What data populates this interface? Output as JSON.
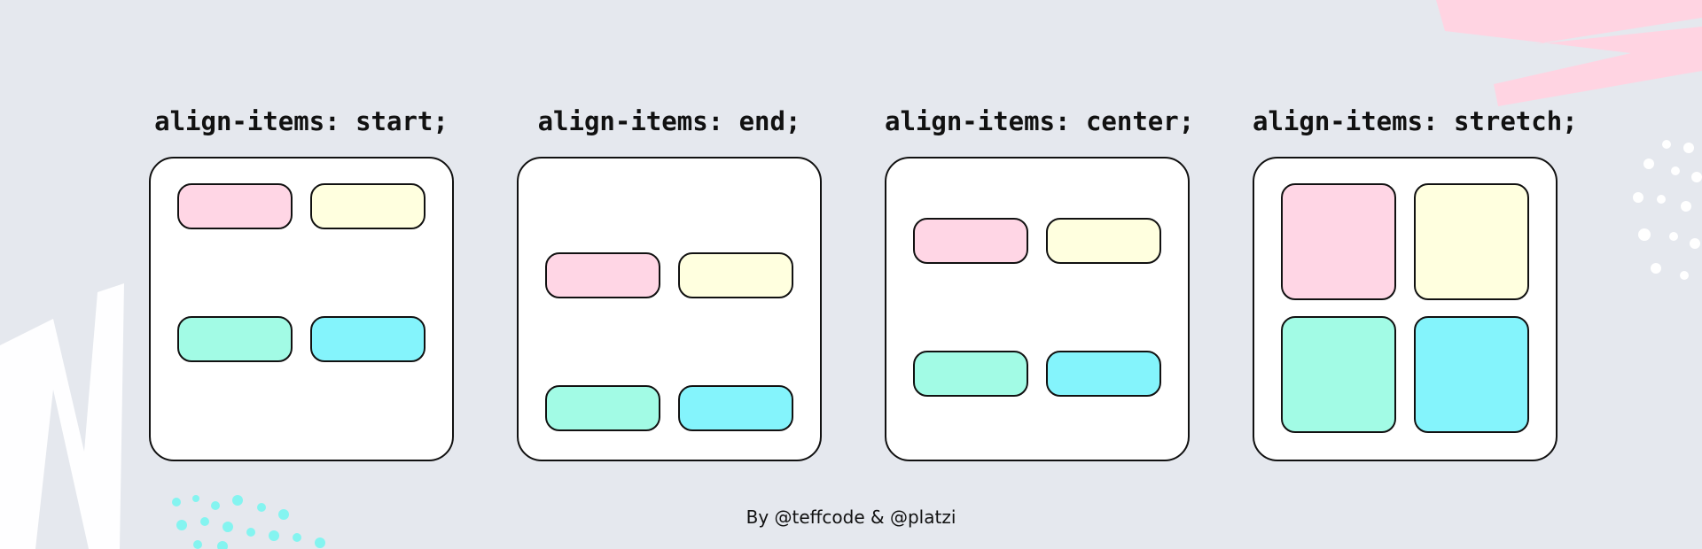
{
  "colors": {
    "background": "#e5e8ee",
    "item_1": "#ffd6e5",
    "item_2": "#ffffdf",
    "item_3": "#a2fbe5",
    "item_4": "#84f4fc",
    "outline": "#111111"
  },
  "panels": [
    {
      "title": "align-items: start;",
      "align": "start"
    },
    {
      "title": "align-items: end;",
      "align": "end"
    },
    {
      "title": "align-items: center;",
      "align": "center"
    },
    {
      "title": "align-items: stretch;",
      "align": "stretch"
    }
  ],
  "credit": "By @teffcode & @platzi"
}
